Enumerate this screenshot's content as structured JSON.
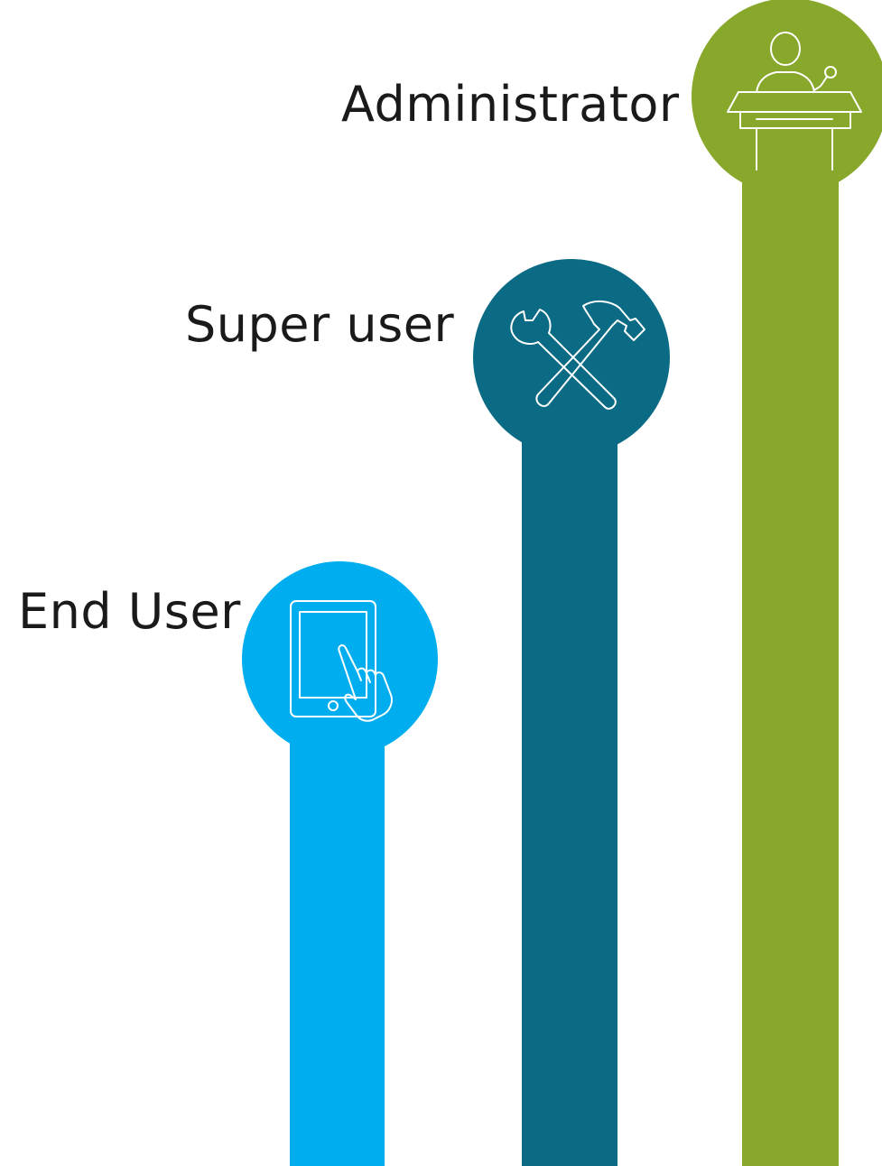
{
  "colors": {
    "end_user": "#00AEEF",
    "super_user": "#0B6A84",
    "administrator": "#88A82C",
    "icon_stroke": "#FFFFFF",
    "label_text": "#1A1A1A"
  },
  "levels": [
    {
      "label": "End User",
      "icon": "tablet-touch-icon"
    },
    {
      "label": "Super user",
      "icon": "wrench-hammer-icon"
    },
    {
      "label": "Administrator",
      "icon": "speaker-podium-icon"
    }
  ]
}
